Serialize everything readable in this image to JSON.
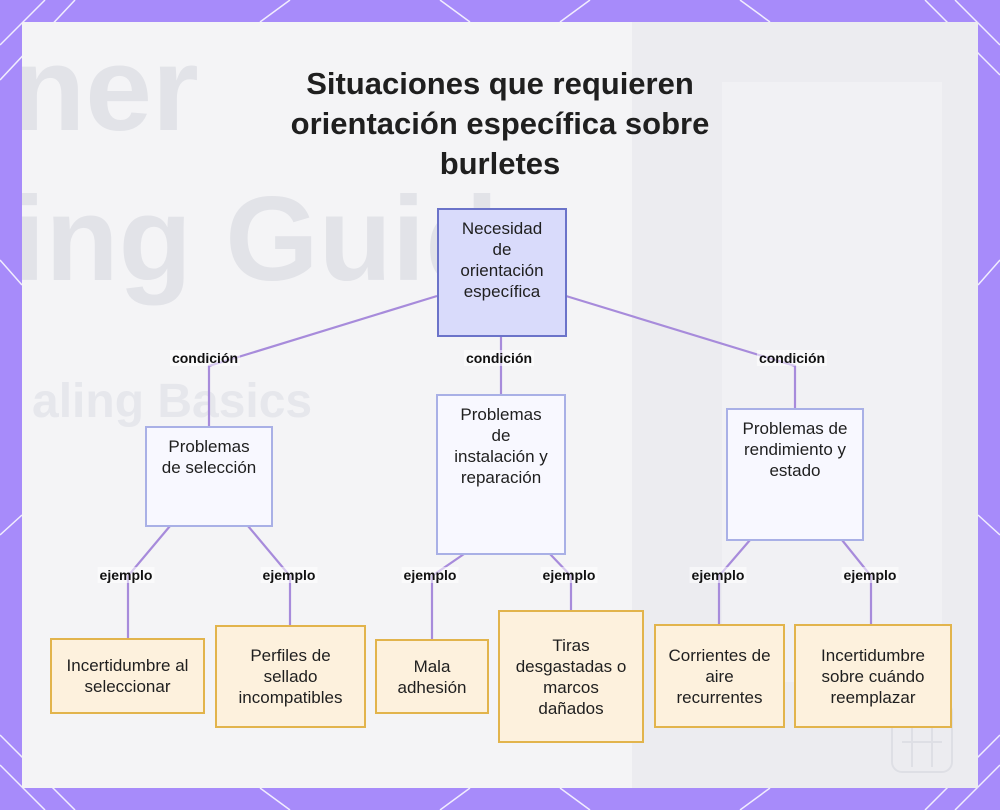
{
  "title": "Situaciones que requieren orientación específica sobre burletes",
  "background_watermark": {
    "line1": "ner",
    "line2": "ing Guide",
    "line3": "aling Basics"
  },
  "colors": {
    "frame": "#a78bfa",
    "connector": "#a78bdb",
    "root_fill": "#d9dbfb",
    "mid_fill": "#f8f8ff",
    "leaf_fill": "#fdf1dd",
    "leaf_border": "#e2b44c"
  },
  "nodes": {
    "root": "Necesidad de orientación específica",
    "seleccion": "Problemas de selección",
    "instalacion": "Problemas de instalación y reparación",
    "rendimiento": "Problemas de rendimiento y estado",
    "incertidumbre_seleccionar": "Incertidumbre al seleccionar",
    "perfiles": "Perfiles de sellado incompatibles",
    "mala_adhesion": "Mala adhesión",
    "tiras": "Tiras desgastadas o marcos dañados",
    "corrientes": "Corrientes de aire recurrentes",
    "reemplazar": "Incertidumbre sobre cuándo reemplazar"
  },
  "edge_labels": {
    "condicion": "condición",
    "ejemplo": "ejemplo"
  }
}
